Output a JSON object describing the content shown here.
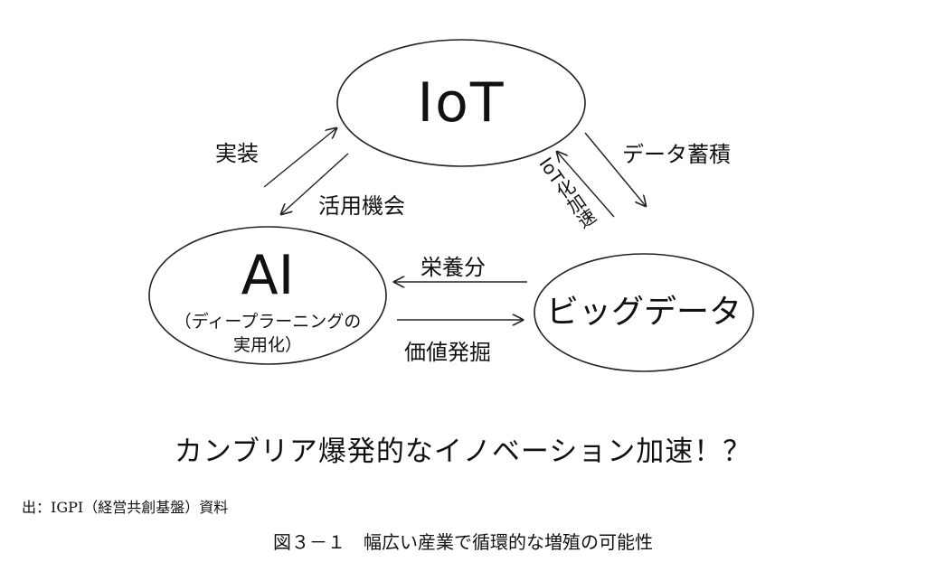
{
  "nodes": {
    "iot": {
      "label": "IoT"
    },
    "ai": {
      "label": "AI",
      "sub1": "（ディープラーニングの",
      "sub2": "実用化）"
    },
    "bigdata": {
      "label": "ビッグデータ"
    }
  },
  "edges": {
    "implementation": "実装",
    "opportunity": "活用機会",
    "data_accumulation": "データ蓄積",
    "iot_acceleration": "IoT化加速",
    "nutrition": "栄養分",
    "value_discovery": "価値発掘"
  },
  "headline": "カンブリア爆発的なイノベーション加速！？",
  "source": "出：IGPI（経営共創基盤）資料",
  "caption": "図３－１　幅広い産業で循環的な増殖の可能性"
}
